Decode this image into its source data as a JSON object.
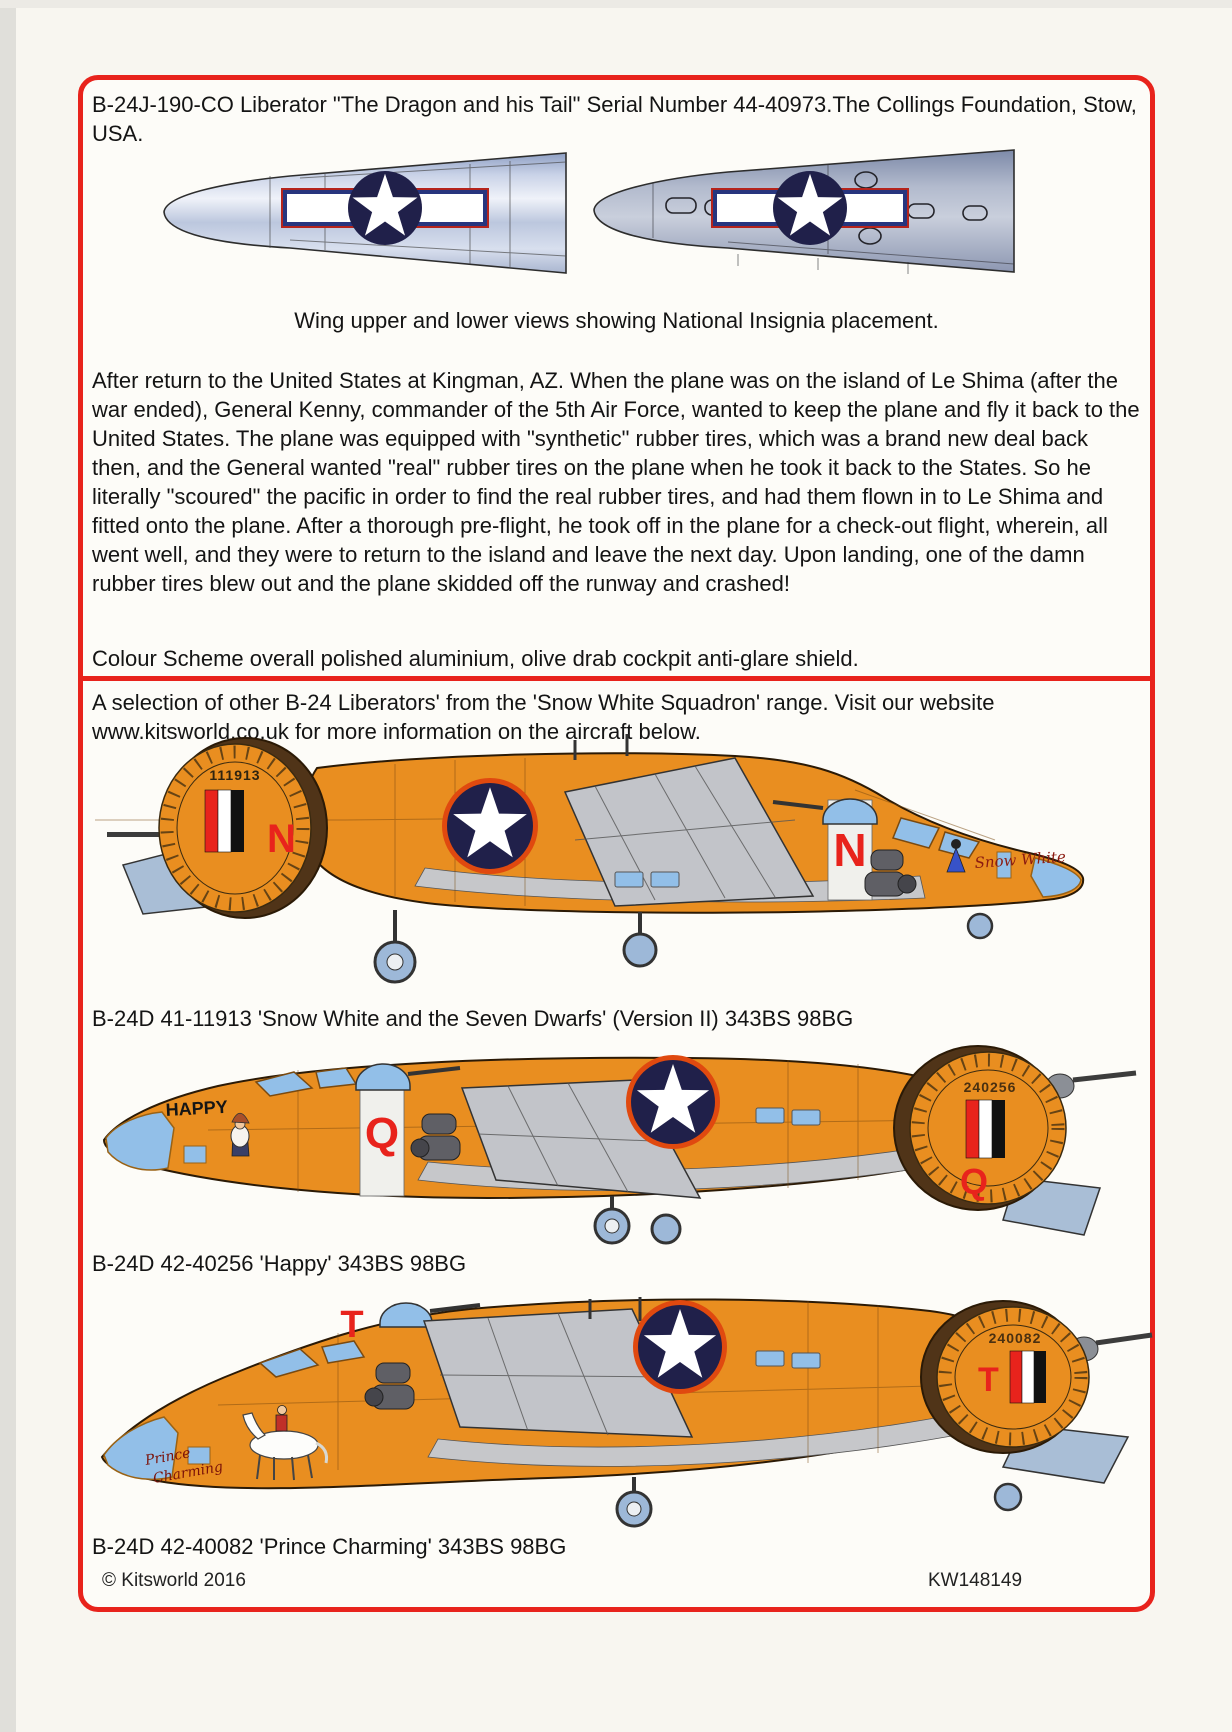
{
  "page": {
    "background": "#f8f6f0",
    "box_border_color": "#e8231c"
  },
  "header": {
    "title": "B-24J-190-CO Liberator  \"The Dragon and his Tail\" Serial Number 44-40973.The Collings Foundation, Stow, USA."
  },
  "wings": {
    "caption": "Wing upper and lower views showing National Insignia placement.",
    "left_view": "wing upper view with national insignia",
    "right_view": "wing lower view with national insignia"
  },
  "history": {
    "paragraph": "After return to the United States at Kingman, AZ. When the plane was on the island of Le Shima (after the war ended), General Kenny, commander of the 5th Air Force, wanted to keep the plane and fly it back to the United States. The plane was equipped with \"synthetic\" rubber tires, which was a brand new deal back then, and the General wanted \"real\" rubber tires on the plane when he took it back to the States. So he literally \"scoured\" the pacific in order to find the real rubber tires, and had them flown in to Le Shima and fitted onto the plane. After a thorough pre-flight, he took off in the plane for a check-out flight, wherein, all went well, and they were to return to the island and leave the next day. Upon landing, one of the damn rubber tires blew out and the plane skidded off the runway and crashed!",
    "colour_scheme": "Colour Scheme overall polished aluminium, olive drab cockpit anti-glare shield."
  },
  "selection": {
    "intro": "A selection of other B-24 Liberators' from the 'Snow White Squadron' range. Visit our website www.kitsworld.co.uk for more information on the aircraft below."
  },
  "aircraft": [
    {
      "caption": "B-24D 41-11913 'Snow White and the Seven Dwarfs'  (Version II) 343BS 98BG",
      "tail_serial": "111913",
      "tail_letter": "N",
      "fuselage_letter": "N",
      "nose_art": "Snow White",
      "facing": "right"
    },
    {
      "caption": "B-24D 42-40256  'Happy' 343BS 98BG",
      "tail_serial": "240256",
      "tail_letter": "Q",
      "fuselage_letter": "Q",
      "nose_art": "HAPPY",
      "facing": "left"
    },
    {
      "caption": "B-24D 42-40082 'Prince Charming' 343BS 98BG",
      "tail_serial": "240082",
      "tail_letter": "T",
      "fuselage_letter": "T",
      "nose_art_line1": "Prince",
      "nose_art_line2": "Charming",
      "facing": "left"
    }
  ],
  "footer": {
    "copyright": "© Kitsworld 2016",
    "product_code": "KW148149"
  },
  "colors": {
    "aircraft_orange": "#e98e20",
    "insignia_navy": "#20204a",
    "marking_red": "#e8231c",
    "wing_grey": "#c9cacd"
  }
}
